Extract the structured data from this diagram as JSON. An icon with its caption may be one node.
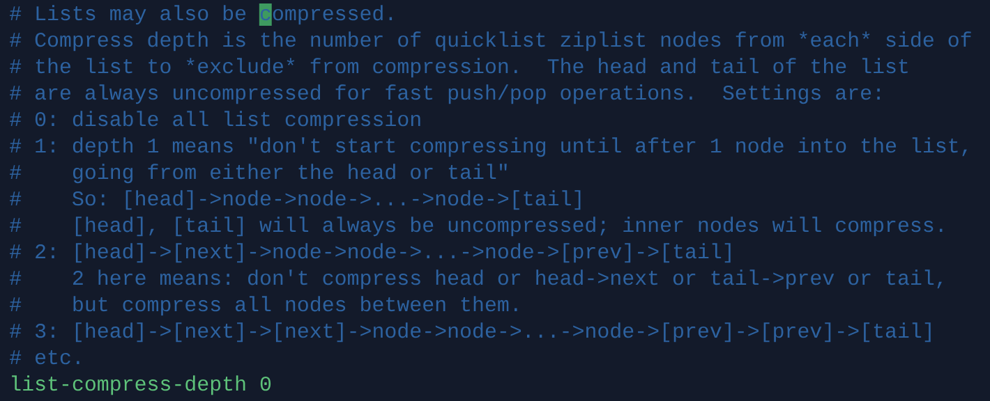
{
  "diagram": {
    "labels": [
      "# Lists may also be compressed.",
      "# Compress depth is the number of quicklist ziplist nodes from *each",
      "* side of",
      "# the list to *exclude",
      "* from compression.",
      "The head and tail of the list",
      "# are always uncompressed for fast push/pop operations.",
      "Settings are:",
      "# 0: disable all list compression",
      "# 1: depth 1 means \"don't start compressing until after 1 node into the list,",
      "#",
      "going from either the head or tail\"",
      "#",
      "So: [head]->node->node->...->node->[tail]",
      "#",
      "[head], [tail] will always be uncompressed; inner nodes will compress.",
      "# 2: [head]->[next]->node->node->...->node->[prev]->[tail]",
      "#",
      "2 here means: don't compress head or head->next or tail->prev or tail,",
      "#",
      "but compress all nodes between them.",
      "# 3: [head]->[next]->[next]->node->node->...->node->[prev]->[prev]->[tail]",
      "# etc.",
      "list-compress-depth 0"
    ]
  }
}
